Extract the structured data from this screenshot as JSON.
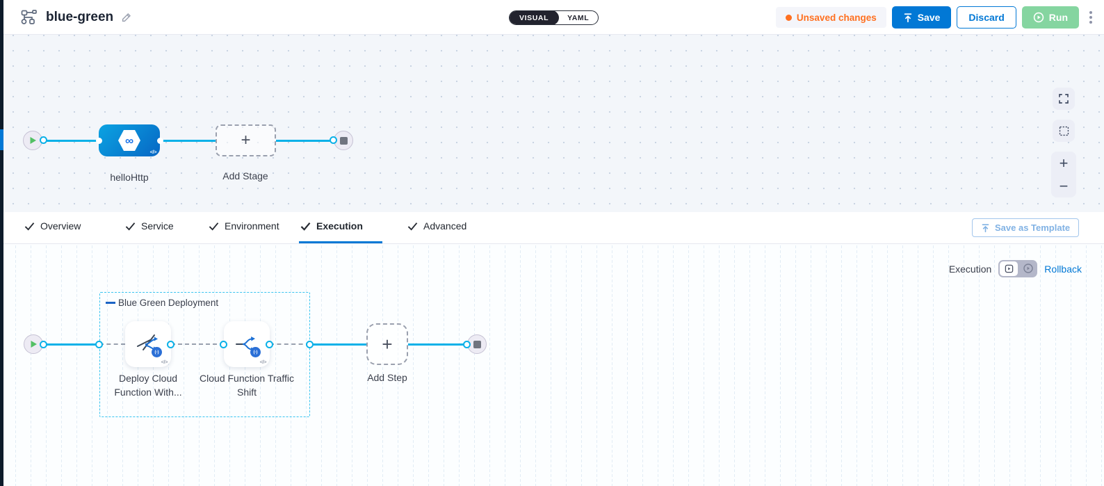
{
  "header": {
    "pipeline_name": "blue-green",
    "mode_toggle": {
      "visual": "VISUAL",
      "yaml": "YAML"
    },
    "unsaved_changes": "Unsaved changes",
    "save": "Save",
    "discard": "Discard",
    "run": "Run"
  },
  "stage_canvas": {
    "stage_name": "helloHttp",
    "add_stage": "Add Stage"
  },
  "tabs": [
    {
      "label": "Overview",
      "active": false
    },
    {
      "label": "Service",
      "active": false
    },
    {
      "label": "Environment",
      "active": false
    },
    {
      "label": "Execution",
      "active": true
    },
    {
      "label": "Advanced",
      "active": false
    }
  ],
  "toolbar": {
    "save_as_template": "Save as Template"
  },
  "execution_bar": {
    "label": "Execution",
    "rollback": "Rollback"
  },
  "step_canvas": {
    "group_label": "Blue Green Deployment",
    "steps": [
      {
        "label": "Deploy Cloud Function With..."
      },
      {
        "label": "Cloud Function Traffic Shift"
      }
    ],
    "add_step": "Add Step"
  },
  "glyphs": {
    "plus": "+",
    "minus": "−",
    "code": "</>",
    "infinity": "∞",
    "function_badge": "(-)"
  },
  "colors": {
    "primary_blue": "#0278d5",
    "connector_cyan": "#0ab1e8",
    "unsaved_orange": "#ff7020",
    "run_green_disabled": "#85d5a0",
    "stage_node_blue": "#0b8fd9",
    "canvas_top_bg": "#f3f6fa",
    "canvas_bottom_bg": "#fcfeff",
    "dark_strip": "#0d1b2a"
  }
}
